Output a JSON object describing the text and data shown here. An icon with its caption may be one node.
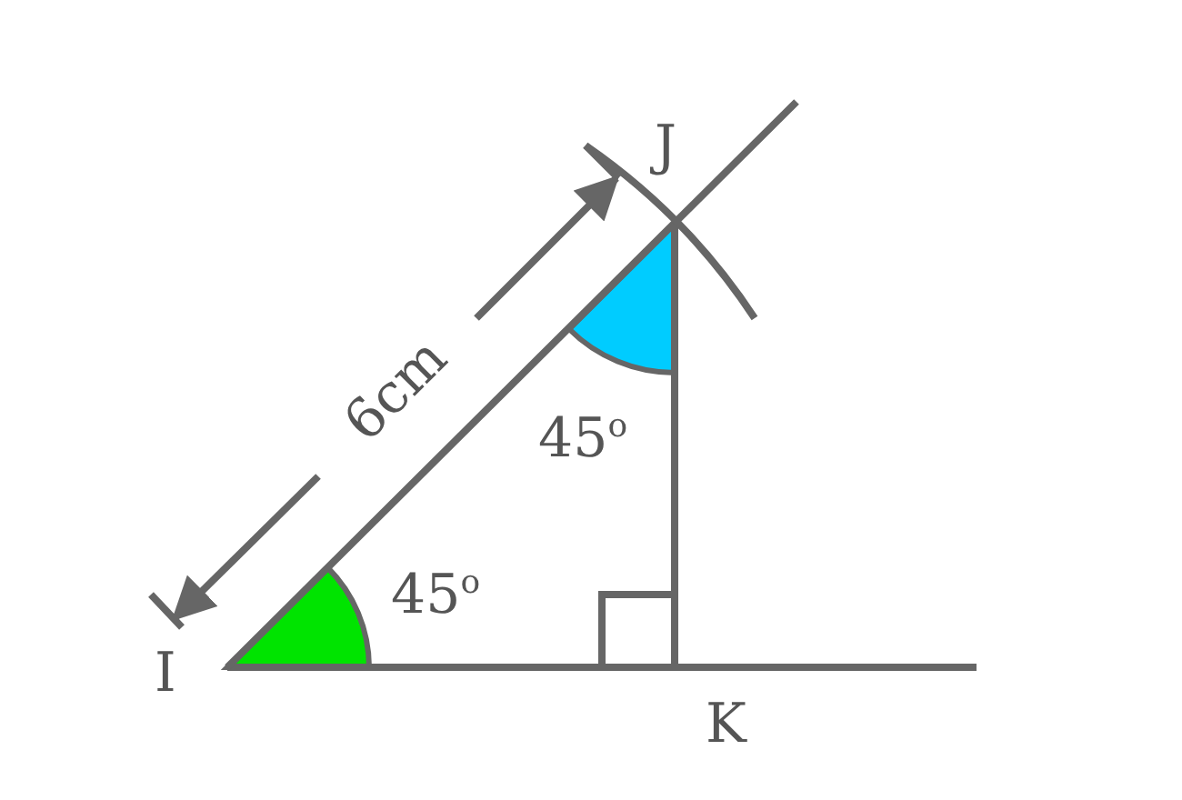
{
  "diagram": {
    "labels": [
      "J",
      "6cm",
      "45$^{o}$",
      "45$^{o}$",
      "I",
      "K"
    ]
  }
}
